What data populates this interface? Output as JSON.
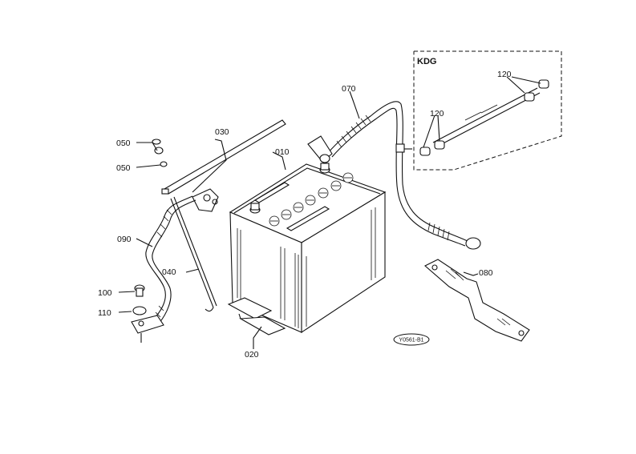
{
  "labels": {
    "p010": "010",
    "p020": "020",
    "p030": "030",
    "p040": "040",
    "p050a": "050",
    "p050b": "050",
    "p070": "070",
    "p080": "080",
    "p090": "090",
    "p100": "100",
    "p110": "110",
    "p120a": "120",
    "p120b": "120",
    "kdg": "KDG",
    "drawing_code": "Y0561-B1"
  }
}
